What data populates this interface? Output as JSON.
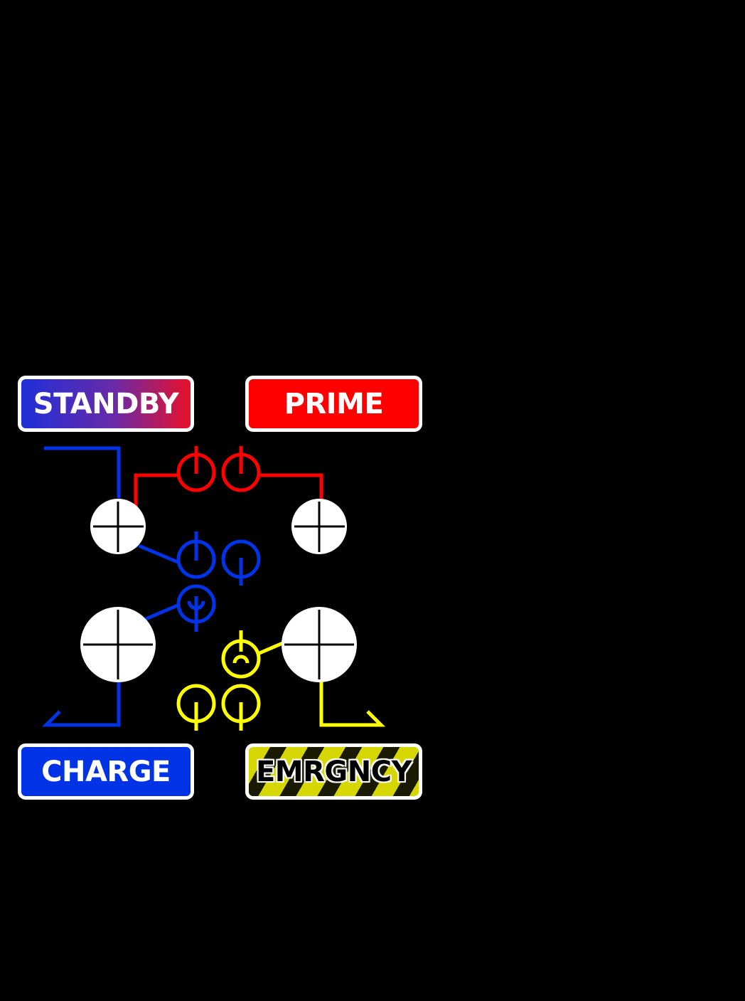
{
  "buttons": {
    "standby": "STANDBY",
    "prime": "PRIME",
    "charge": "CHARGE",
    "emergency": "EMRGNCY"
  },
  "colors": {
    "background": "#000000",
    "red_circuit": "#ff0000",
    "blue_circuit": "#0033e6",
    "yellow_circuit": "#ffff00",
    "node_fill": "#ffffff",
    "button_border": "#ffffff"
  }
}
